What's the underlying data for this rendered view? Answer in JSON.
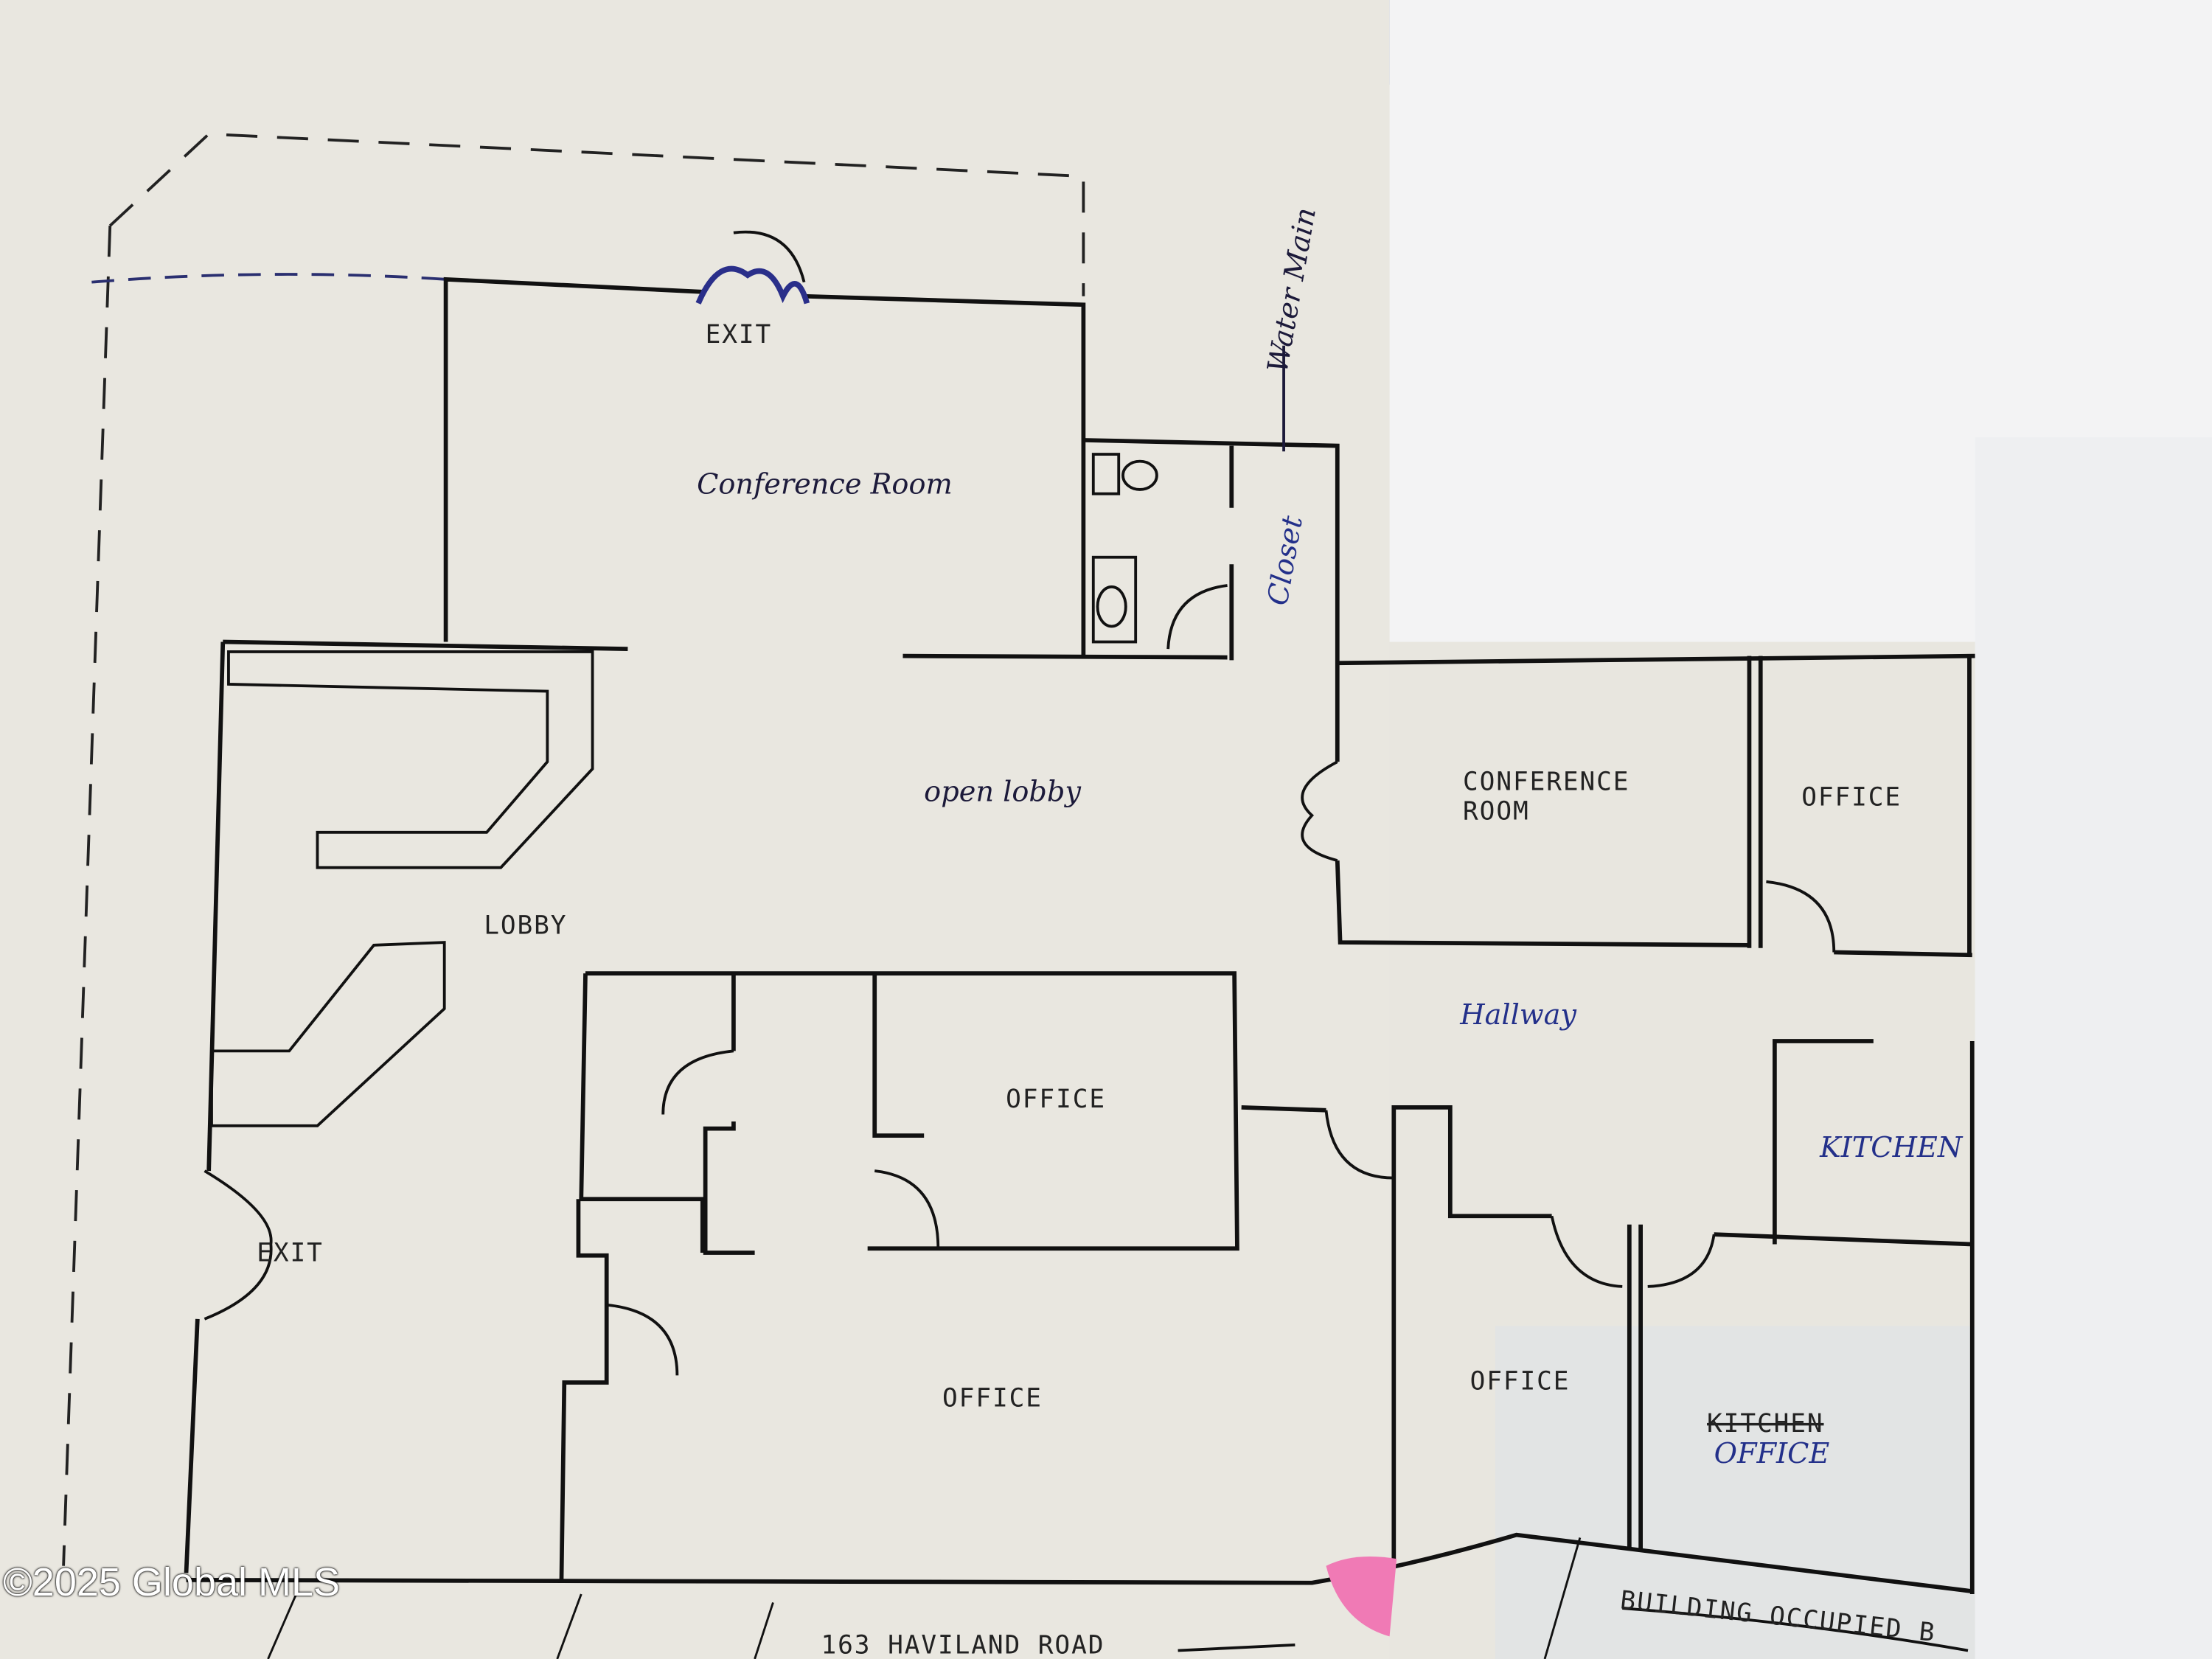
{
  "title": "163 HAVILAND ROAD",
  "watermark": "©2025 Global MLS",
  "colors": {
    "paper": "#e8e6df",
    "background_blue": "#3b5fae",
    "highlighter_pink": "#f07ab5",
    "ink_blue": "#23308a"
  },
  "rooms": {
    "conference_room_hand": "Conference Room",
    "exit_top": "EXIT",
    "water_main": "Water Main",
    "closet": "Closet",
    "open_lobby": "open lobby",
    "lobby": "LOBBY",
    "conference_room": "CONFERENCE ROOM",
    "conference_room_line1": "CONFERENCE",
    "conference_room_line2": "ROOM",
    "office_right_top": "OFFICE",
    "hallway": "Hallway",
    "office_center": "OFFICE",
    "kitchen_hand": "KITCHEN",
    "exit_left": "EXIT",
    "office_bottom": "OFFICE",
    "office_right": "OFFICE",
    "kitchen_struck": "KITCHEN",
    "office_hand": "OFFICE"
  },
  "footer": {
    "street": "163 HAVILAND ROAD",
    "building_note": "BUILDING OCCUPIED B"
  }
}
